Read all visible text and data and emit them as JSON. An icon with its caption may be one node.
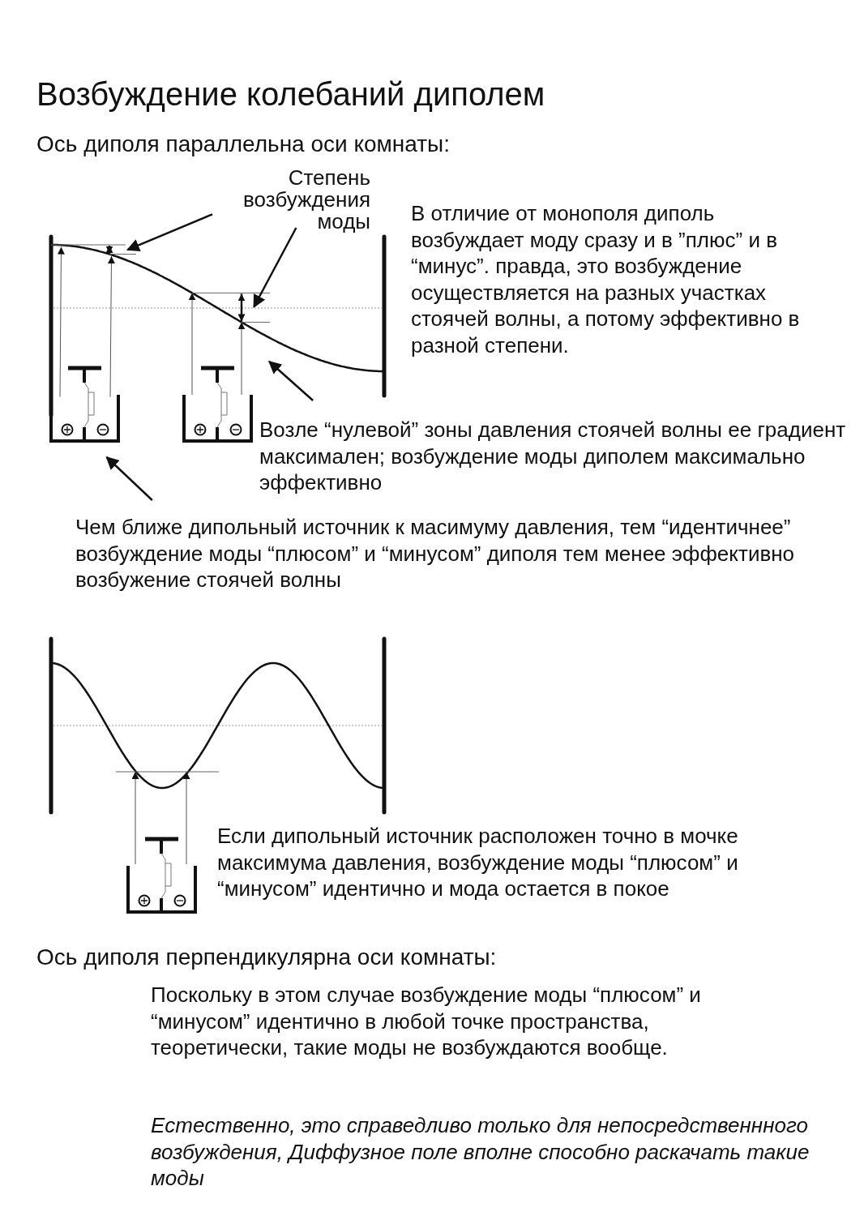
{
  "diagram": {
    "title": "Возбуждение колебаний диполем",
    "nodes": [
      {
        "text": [
          "Степень возбуждения моды"
        ]
      },
      {
        "text": [],
        "shape": "curve"
      },
      {
        "text": [
          "Возле “нулевой” зоны давления стоячей волны ее градиент максимален; возбуждение моды диполем максимально эффективно"
        ]
      },
      {
        "text": [],
        "shape": "speaker"
      },
      {
        "text": [
          "Чем ближе дипольный источник к масимуму давления, тем “идентичнее” возбуждение моды “плюсом” и “минусом” диполя тем менее эффективно возбужение стоячей волны"
        ]
      }
    ],
    "edges": [
      {
        "from": 0,
        "to": 1,
        "arrow": "to"
      },
      {
        "from": 0,
        "to": 1,
        "arrow": "to"
      },
      {
        "from": 2,
        "to": 1,
        "arrow": "to"
      },
      {
        "from": 4,
        "to": 3,
        "arrow": "to"
      },
      {
        "from": 3,
        "to": 1,
        "arrow": "to",
        "color": "#555555"
      },
      {
        "from": 3,
        "to": 1,
        "arrow": "to",
        "color": "#555555"
      }
    ],
    "labels": [
      "Ось диполя параллельна оси комнаты:",
      "В отличие от монополя диполь возбуждает моду сразу и в ”плюс” и в “минус”. правда, это возбуждение осуществляется на разных участках стоячей волны, а потому эффективно в разной степени.",
      "Если дипольный источник расположен точно в мочке максимума давления, возбуждение моды “плюсом” и “минусом” идентично и мода остается в покое",
      "Ось диполя перпендикулярна оси комнаты:",
      "Поскольку в этом случае возбуждение моды “плюсом” и “минусом” идентично в любой точке пространства, теоретически, такие моды не возбуждаются вообще.",
      "Естественно, это справедливо только для непосредственнного возбуждения, Диффузное поле вполне способно раскачать такие моды"
    ]
  }
}
